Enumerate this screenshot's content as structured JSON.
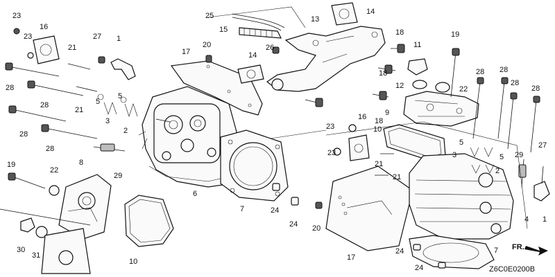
{
  "diagram_code": "Z6C0E0200B",
  "direction_label": "FR.",
  "callouts": [
    "1",
    "2",
    "3",
    "4",
    "5",
    "6",
    "7",
    "8",
    "9",
    "10",
    "11",
    "12",
    "13",
    "14",
    "15",
    "16",
    "17",
    "18",
    "19",
    "20",
    "21",
    "22",
    "23",
    "24",
    "25",
    "26",
    "27",
    "28",
    "29",
    "30",
    "31"
  ],
  "labels": [
    {
      "t": "23"
    },
    {
      "t": "23"
    },
    {
      "t": "16"
    },
    {
      "t": "27"
    },
    {
      "t": "1"
    },
    {
      "t": "21"
    },
    {
      "t": "28"
    },
    {
      "t": "28"
    },
    {
      "t": "21"
    },
    {
      "t": "5"
    },
    {
      "t": "5"
    },
    {
      "t": "3"
    },
    {
      "t": "2"
    },
    {
      "t": "17"
    },
    {
      "t": "20"
    },
    {
      "t": "14"
    },
    {
      "t": "25"
    },
    {
      "t": "15"
    },
    {
      "t": "26"
    },
    {
      "t": "13"
    },
    {
      "t": "14"
    },
    {
      "t": "18"
    },
    {
      "t": "11"
    },
    {
      "t": "19"
    },
    {
      "t": "18"
    },
    {
      "t": "12"
    },
    {
      "t": "22"
    },
    {
      "t": "18"
    },
    {
      "t": "9"
    },
    {
      "t": "28"
    },
    {
      "t": "28"
    },
    {
      "t": "28"
    },
    {
      "t": "28"
    },
    {
      "t": "28"
    },
    {
      "t": "28"
    },
    {
      "t": "29"
    },
    {
      "t": "19"
    },
    {
      "t": "22"
    },
    {
      "t": "8"
    },
    {
      "t": "6"
    },
    {
      "t": "7"
    },
    {
      "t": "24"
    },
    {
      "t": "24"
    },
    {
      "t": "20"
    },
    {
      "t": "17"
    },
    {
      "t": "10"
    },
    {
      "t": "30"
    },
    {
      "t": "31"
    },
    {
      "t": "23"
    },
    {
      "t": "16"
    },
    {
      "t": "10"
    },
    {
      "t": "23"
    },
    {
      "t": "21"
    },
    {
      "t": "21"
    },
    {
      "t": "5"
    },
    {
      "t": "3"
    },
    {
      "t": "2"
    },
    {
      "t": "5"
    },
    {
      "t": "29"
    },
    {
      "t": "27"
    },
    {
      "t": "4"
    },
    {
      "t": "1"
    },
    {
      "t": "7"
    },
    {
      "t": "24"
    },
    {
      "t": "24"
    }
  ]
}
